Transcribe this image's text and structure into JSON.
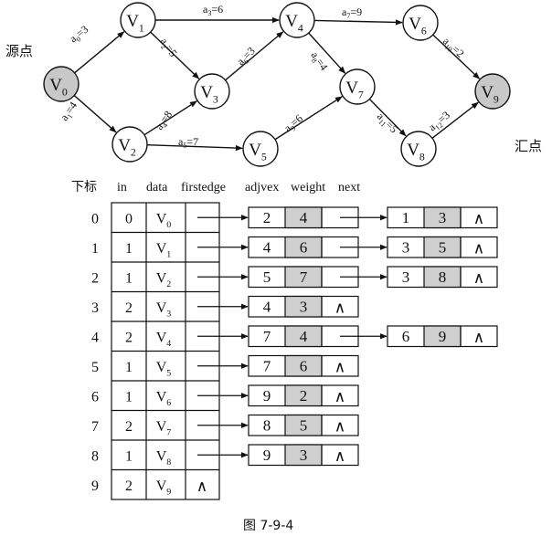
{
  "graph": {
    "source_label": "源点",
    "sink_label": "汇点",
    "vertices": [
      {
        "id": "v0",
        "text": "V",
        "sub": "0",
        "highlight": true
      },
      {
        "id": "v1",
        "text": "V",
        "sub": "1",
        "highlight": false
      },
      {
        "id": "v2",
        "text": "V",
        "sub": "2",
        "highlight": false
      },
      {
        "id": "v3",
        "text": "V",
        "sub": "3",
        "highlight": false
      },
      {
        "id": "v4",
        "text": "V",
        "sub": "4",
        "highlight": false
      },
      {
        "id": "v5",
        "text": "V",
        "sub": "5",
        "highlight": false
      },
      {
        "id": "v6",
        "text": "V",
        "sub": "6",
        "highlight": false
      },
      {
        "id": "v7",
        "text": "V",
        "sub": "7",
        "highlight": false
      },
      {
        "id": "v8",
        "text": "V",
        "sub": "8",
        "highlight": false
      },
      {
        "id": "v9",
        "text": "V",
        "sub": "9",
        "highlight": true
      }
    ],
    "edges": [
      {
        "from": "v0",
        "to": "v1",
        "name": "a",
        "sub": "0",
        "weight": "=3"
      },
      {
        "from": "v0",
        "to": "v2",
        "name": "a",
        "sub": "1",
        "weight": "=4"
      },
      {
        "from": "v1",
        "to": "v4",
        "name": "a",
        "sub": "3",
        "weight": "=6"
      },
      {
        "from": "v1",
        "to": "v3",
        "name": "a",
        "sub": "2",
        "weight": "=5"
      },
      {
        "from": "v2",
        "to": "v3",
        "name": "a",
        "sub": "4",
        "weight": "=8"
      },
      {
        "from": "v2",
        "to": "v5",
        "name": "a",
        "sub": "5",
        "weight": "=7"
      },
      {
        "from": "v3",
        "to": "v4",
        "name": "a",
        "sub": "6",
        "weight": "=3"
      },
      {
        "from": "v4",
        "to": "v6",
        "name": "a",
        "sub": "7",
        "weight": "=9"
      },
      {
        "from": "v4",
        "to": "v7",
        "name": "a",
        "sub": "8",
        "weight": "=4"
      },
      {
        "from": "v5",
        "to": "v7",
        "name": "a",
        "sub": "9",
        "weight": "=6"
      },
      {
        "from": "v6",
        "to": "v9",
        "name": "a",
        "sub": "10",
        "weight": "=2"
      },
      {
        "from": "v7",
        "to": "v8",
        "name": "a",
        "sub": "11",
        "weight": "=5"
      },
      {
        "from": "v8",
        "to": "v9",
        "name": "a",
        "sub": "12",
        "weight": "=3"
      }
    ]
  },
  "table": {
    "headers": {
      "index": "下标",
      "in": "in",
      "data": "data",
      "firstedge": "firstedge",
      "adjvex": "adjvex",
      "weight": "weight",
      "next": "next"
    },
    "null_symbol": "∧",
    "rows": [
      {
        "index": "0",
        "in": "0",
        "data": "V",
        "sub": "0",
        "edges": [
          {
            "adjvex": "2",
            "weight": "4"
          },
          {
            "adjvex": "1",
            "weight": "3"
          }
        ]
      },
      {
        "index": "1",
        "in": "1",
        "data": "V",
        "sub": "1",
        "edges": [
          {
            "adjvex": "4",
            "weight": "6"
          },
          {
            "adjvex": "3",
            "weight": "5"
          }
        ]
      },
      {
        "index": "2",
        "in": "1",
        "data": "V",
        "sub": "2",
        "edges": [
          {
            "adjvex": "5",
            "weight": "7"
          },
          {
            "adjvex": "3",
            "weight": "8"
          }
        ]
      },
      {
        "index": "3",
        "in": "2",
        "data": "V",
        "sub": "3",
        "edges": [
          {
            "adjvex": "4",
            "weight": "3"
          }
        ]
      },
      {
        "index": "4",
        "in": "2",
        "data": "V",
        "sub": "4",
        "edges": [
          {
            "adjvex": "7",
            "weight": "4"
          },
          {
            "adjvex": "6",
            "weight": "9"
          }
        ]
      },
      {
        "index": "5",
        "in": "1",
        "data": "V",
        "sub": "5",
        "edges": [
          {
            "adjvex": "7",
            "weight": "6"
          }
        ]
      },
      {
        "index": "6",
        "in": "1",
        "data": "V",
        "sub": "6",
        "edges": [
          {
            "adjvex": "9",
            "weight": "2"
          }
        ]
      },
      {
        "index": "7",
        "in": "2",
        "data": "V",
        "sub": "7",
        "edges": [
          {
            "adjvex": "8",
            "weight": "5"
          }
        ]
      },
      {
        "index": "8",
        "in": "1",
        "data": "V",
        "sub": "8",
        "edges": [
          {
            "adjvex": "9",
            "weight": "3"
          }
        ]
      },
      {
        "index": "9",
        "in": "2",
        "data": "V",
        "sub": "9",
        "edges": []
      }
    ]
  },
  "caption": "图 7-9-4",
  "colors": {
    "line": "#111111",
    "vertex_fill": "#ffffff",
    "vertex_highlight": "#c8c8c8",
    "weight_cell": "#cfcfcf"
  }
}
